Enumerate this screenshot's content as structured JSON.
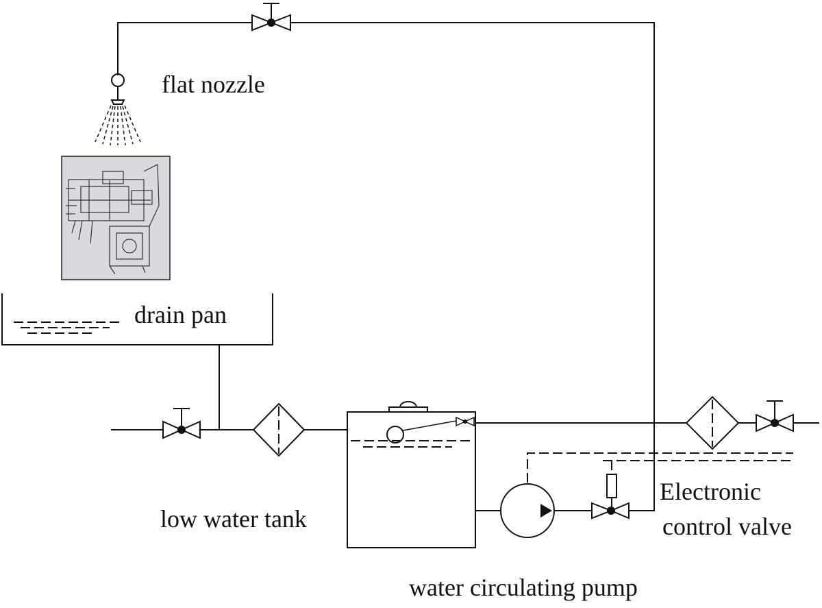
{
  "labels": {
    "flat_nozzle": "flat nozzle",
    "drain_pan": "drain pan",
    "low_water_tank": "low water tank",
    "electronic_control_valve_line1": "Electronic",
    "electronic_control_valve_line2": "control valve",
    "water_circulating_pump": "water circulating pump"
  },
  "icons": {
    "valve": "manual-valve-icon",
    "filter": "filter-icon",
    "pump": "pump-icon",
    "nozzle": "flat-nozzle-icon",
    "workpiece": "gearbox-workpiece-icon",
    "float": "float-valve-icon",
    "solenoid": "solenoid-valve-icon"
  },
  "colors": {
    "line": "#111111",
    "background": "#ffffff",
    "workpiece_bg": "#d9d9df"
  }
}
